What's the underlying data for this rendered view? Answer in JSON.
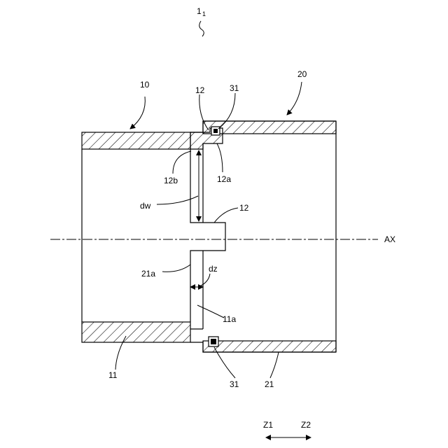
{
  "figure": {
    "ref": "1",
    "ref_sub": "1"
  },
  "labels": {
    "part_10": "10",
    "part_20": "20",
    "part_12_top": "12",
    "part_31_top": "31",
    "part_12b": "12b",
    "part_12a": "12a",
    "dw": "dw",
    "part_12_mid": "12",
    "axis": "AX",
    "part_21a": "21a",
    "dz": "dz",
    "part_11a": "11a",
    "part_11": "11",
    "part_31_bottom": "31",
    "part_21": "21",
    "dir_z1": "Z1",
    "dir_z2": "Z2"
  }
}
